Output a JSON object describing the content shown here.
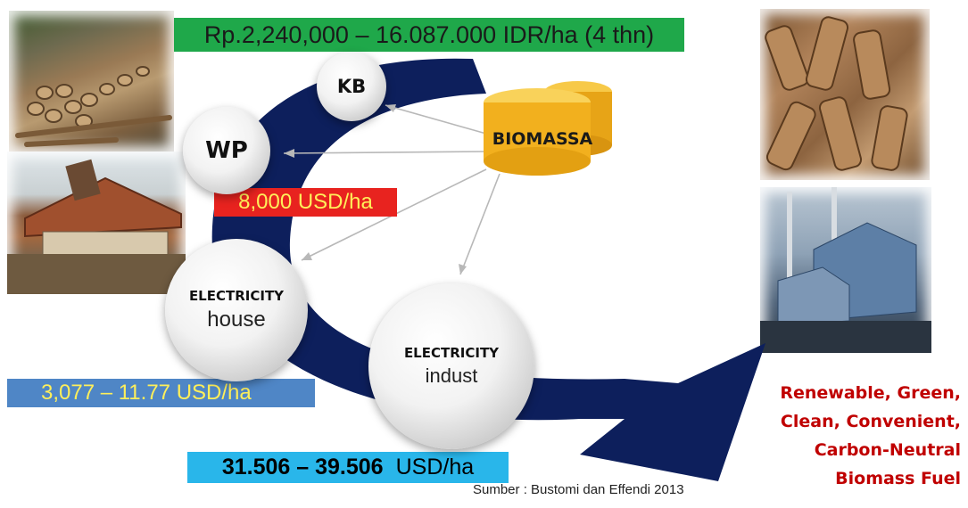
{
  "banners": {
    "kb_value": "Rp.2,240,000 – 16.087.000 IDR/ha (4 thn)",
    "wp_value": "8,000 USD/ha",
    "house_value": "3,077 – 11.77  USD/ha",
    "indust_value_bold": "31.506 – 39.506",
    "indust_value_unit": "USD/ha"
  },
  "nodes": {
    "kb": "KB",
    "wp": "WP",
    "house_title": "ELECTRICITY",
    "house_sub": "house",
    "indust_title": "ELECTRICITY",
    "indust_sub": "indust"
  },
  "biomassa_label": "BIOMASSA",
  "benefits": [
    "Renewable, Green,",
    "Clean, Convenient,",
    "Carbon-Neutral",
    "Biomass Fuel"
  ],
  "source": "Sumber  : Bustomi dan Effendi 2013",
  "colors": {
    "arrow": "#0d1f5c",
    "banner_green": "#1fa84a",
    "banner_red": "#e8231f",
    "banner_blue": "#4f86c6",
    "banner_cyan": "#29b6ea",
    "biomassa_gold": "#f2b01e",
    "benefit_red": "#c00000"
  }
}
